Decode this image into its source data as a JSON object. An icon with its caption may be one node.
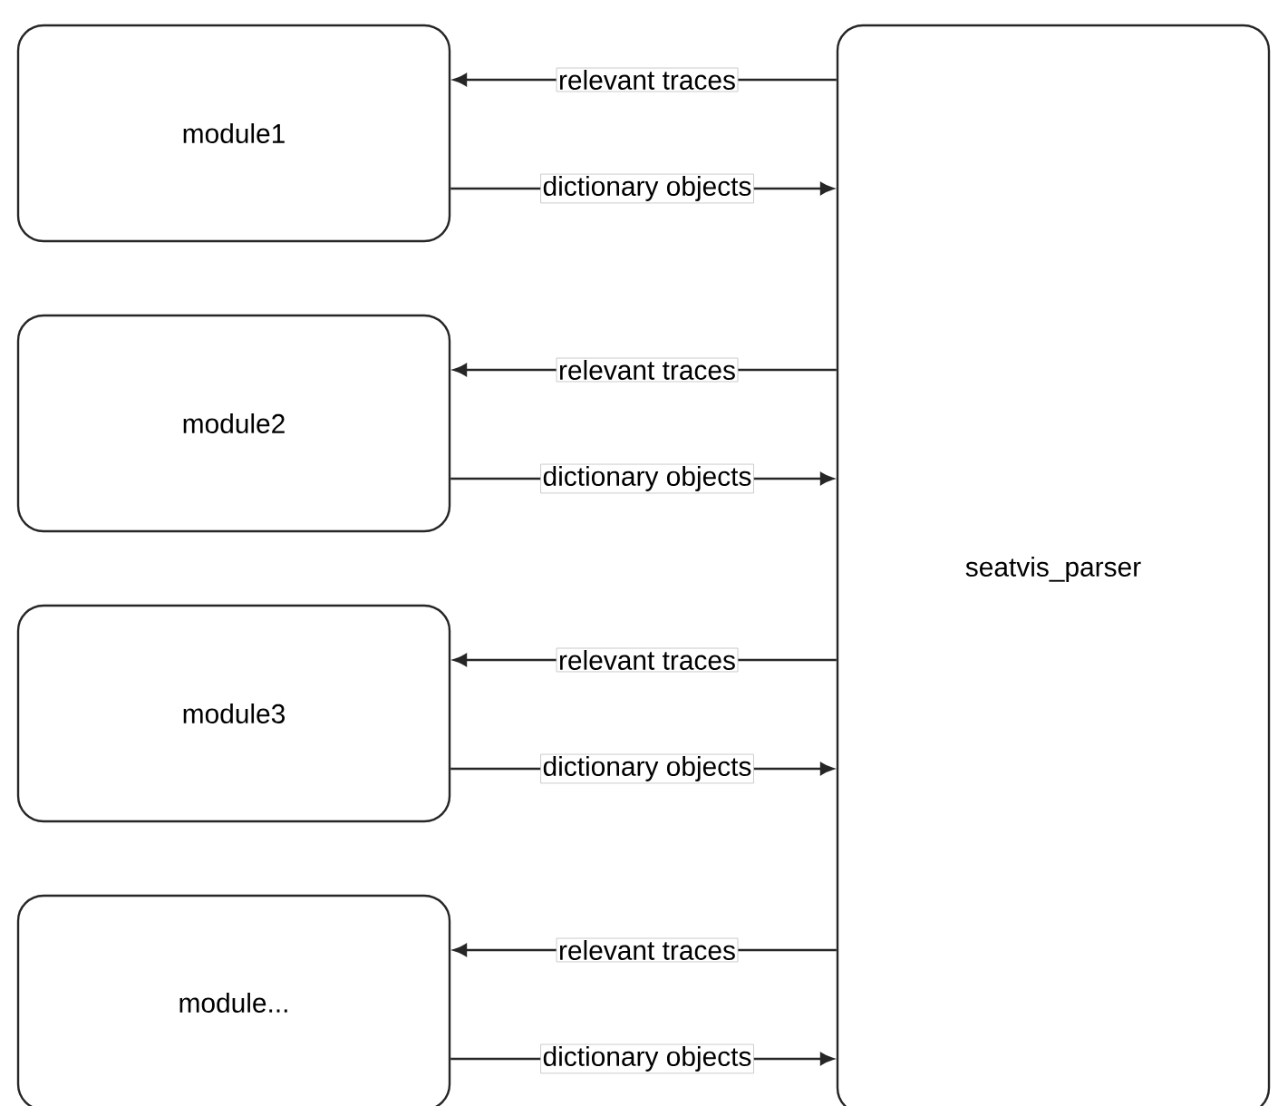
{
  "diagram": {
    "nodes": [
      {
        "text": [
          "module1"
        ]
      },
      {
        "text": [
          "module2"
        ]
      },
      {
        "text": [
          "module3"
        ]
      },
      {
        "text": [
          "module..."
        ]
      },
      {
        "text": [
          "seatvis_parser"
        ]
      }
    ],
    "edges": [
      {
        "from": 4,
        "to": 0,
        "arrow": "to",
        "label": "relevant traces"
      },
      {
        "from": 0,
        "to": 4,
        "arrow": "to",
        "label": "dictionary objects"
      },
      {
        "from": 4,
        "to": 1,
        "arrow": "to",
        "label": "relevant traces"
      },
      {
        "from": 1,
        "to": 4,
        "arrow": "to",
        "label": "dictionary objects"
      },
      {
        "from": 4,
        "to": 2,
        "arrow": "to",
        "label": "relevant traces"
      },
      {
        "from": 2,
        "to": 4,
        "arrow": "to",
        "label": "dictionary objects"
      },
      {
        "from": 4,
        "to": 3,
        "arrow": "to",
        "label": "relevant traces"
      },
      {
        "from": 3,
        "to": 4,
        "arrow": "to",
        "label": "dictionary objects"
      }
    ]
  }
}
